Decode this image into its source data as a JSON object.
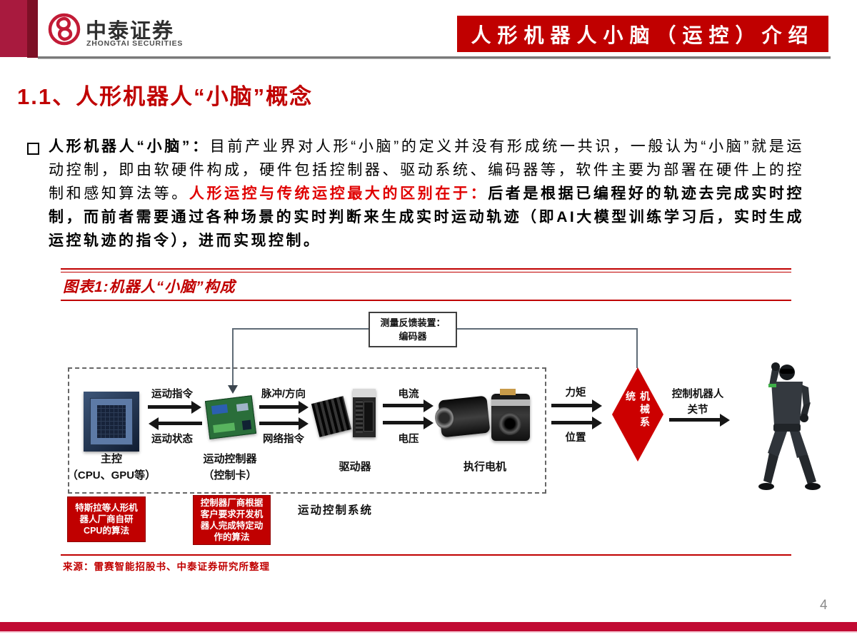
{
  "header": {
    "logo_cn": "中泰证券",
    "logo_en": "ZHONGTAI SECURITIES",
    "banner_title": "人形机器人小脑（运控）介绍"
  },
  "title": "1.1、人形机器人“小脑”概念",
  "paragraph": {
    "segments": [
      {
        "style": "bold-black",
        "text": "人形机器人“小脑”："
      },
      {
        "style": "normal",
        "text": "目前产业界对人形“小脑”的定义并没有形成统一共识，一般认为“小脑”就是运动控制，即由软硬件构成，硬件包括控制器、驱动系统、编码器等，软件主要为部署在硬件上的控制和感知算法等。"
      },
      {
        "style": "bold-red",
        "text": "人形运控与传统运控最大的区别在于："
      },
      {
        "style": "bold-black",
        "text": "后者是根据已编程好的轨迹去完成实时控制，而前者需要通过各种场景的实时判断来生成实时运动轨迹（即AI大模型训练学习后，实时生成运控轨迹的指令），进而实现控制。"
      }
    ]
  },
  "figure": {
    "title": "图表1:机器人“小脑”构成",
    "feedback_device": {
      "line1": "测量反馈装置：",
      "line2": "编码器"
    },
    "nodes": {
      "master": {
        "line1": "主控",
        "line2": "（CPU、GPU等）"
      },
      "motion_controller": {
        "line1": "运动控制器",
        "line2": "（控制卡）"
      },
      "driver": {
        "label": "驱动器"
      },
      "motor": {
        "label": "执行电机"
      },
      "mechanical_system": {
        "label": "机械系统"
      }
    },
    "arrow_labels": {
      "motion_command": "运动指令",
      "motion_state": "运动状态",
      "pulse_direction": "脉冲/方向",
      "network_command": "网络指令",
      "current": "电流",
      "voltage": "电压",
      "torque": "力矩",
      "position": "位置",
      "control_joints_line1": "控制机器人",
      "control_joints_line2": "关节"
    },
    "system_label": "运动控制系统",
    "callout_tesla_lines": [
      "特斯拉等人形机",
      "器人厂商自研",
      "CPU的算法"
    ],
    "callout_controller_lines": [
      "控制器厂商根据",
      "客户要求开发机",
      "器人完成特定动",
      "作的算法"
    ]
  },
  "footer": {
    "source": "来源：雷赛智能招股书、中泰证券研究所整理",
    "page_number": "4"
  },
  "colors": {
    "banner_red": "#c00000",
    "title_red": "#c00000",
    "highlight_red": "#e00000",
    "diamond_red": "#cc0000",
    "crimson_bottom_bar": "#c10b33",
    "left_block_light": "#a81a3e",
    "left_block_dark": "#7d1026",
    "divider_gray": "#7a7a7a",
    "page_number_gray": "#8b8b8b"
  }
}
